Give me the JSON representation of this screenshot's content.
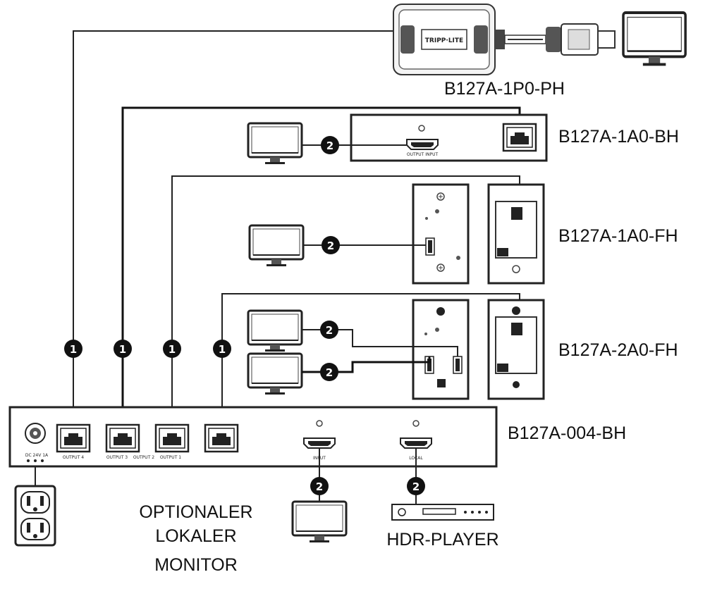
{
  "devices": {
    "pocket_receiver": "B127A-1P0-PH",
    "box_receiver": "B127A-1A0-BH",
    "wall_plate_single": "B127A-1A0-FH",
    "wall_plate_dual": "B127A-2A0-FH",
    "transmitter": "B127A-004-BH"
  },
  "transmitter_ports": {
    "power": "DC 24V 1A",
    "output_4": "OUTPUT 4",
    "output_3": "OUTPUT 3",
    "output_2": "OUTPUT 2",
    "output_1": "OUTPUT 1",
    "input": "INPUT",
    "local": "LOCAL"
  },
  "receiver_port": "OUTPUT INPUT",
  "pocket_logo": "TRIPP·LITE",
  "captions": {
    "local_monitor_line1": "OPTIONALER",
    "local_monitor_line2": "LOKALER",
    "local_monitor_line3": "MONITOR",
    "hdr_player": "HDR-PLAYER"
  },
  "badges": {
    "cat_cable": "1",
    "hdmi_cable": "2"
  },
  "colors": {
    "line": "#222222",
    "badge": "#111111",
    "background": "#ffffff"
  }
}
